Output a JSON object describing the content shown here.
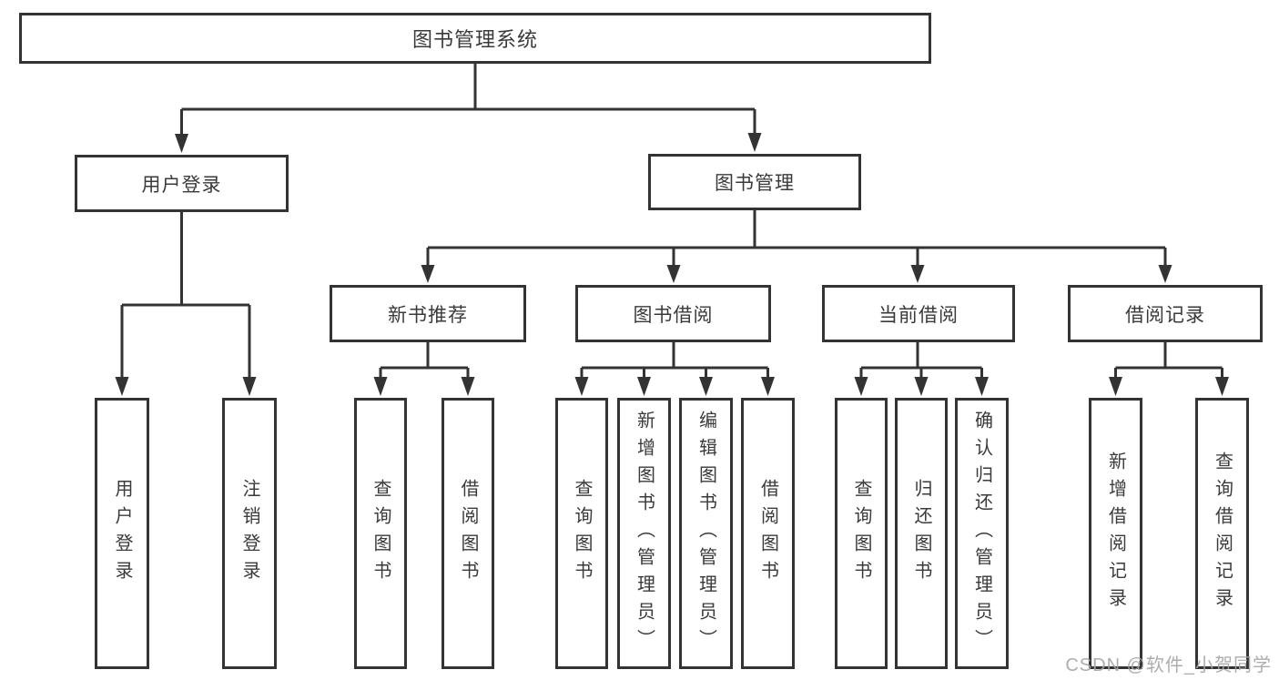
{
  "colors": {
    "line": "#333333",
    "box_border": "#333333",
    "box_fill": "#ffffff",
    "text": "#3a3a3a",
    "watermark": "#a4a4a4",
    "background": "#ffffff"
  },
  "tree": {
    "root": {
      "label": "图书管理系统",
      "children": [
        {
          "label": "用户登录",
          "children": [
            {
              "label": "用户登录"
            },
            {
              "label": "注销登录"
            }
          ]
        },
        {
          "label": "图书管理",
          "children": [
            {
              "label": "新书推荐",
              "children": [
                {
                  "label": "查询图书"
                },
                {
                  "label": "借阅图书"
                }
              ]
            },
            {
              "label": "图书借阅",
              "children": [
                {
                  "label": "查询图书"
                },
                {
                  "label": "新增图书（管理员）"
                },
                {
                  "label": "编辑图书（管理员）"
                },
                {
                  "label": "借阅图书"
                }
              ]
            },
            {
              "label": "当前借阅",
              "children": [
                {
                  "label": "查询图书"
                },
                {
                  "label": "归还图书"
                },
                {
                  "label": "确认归还（管理员）"
                }
              ]
            },
            {
              "label": "借阅记录",
              "children": [
                {
                  "label": "新增借阅记录"
                },
                {
                  "label": "查询借阅记录"
                }
              ]
            }
          ]
        }
      ]
    }
  },
  "watermark": {
    "text": "CSDN @软件_小贺同学"
  }
}
